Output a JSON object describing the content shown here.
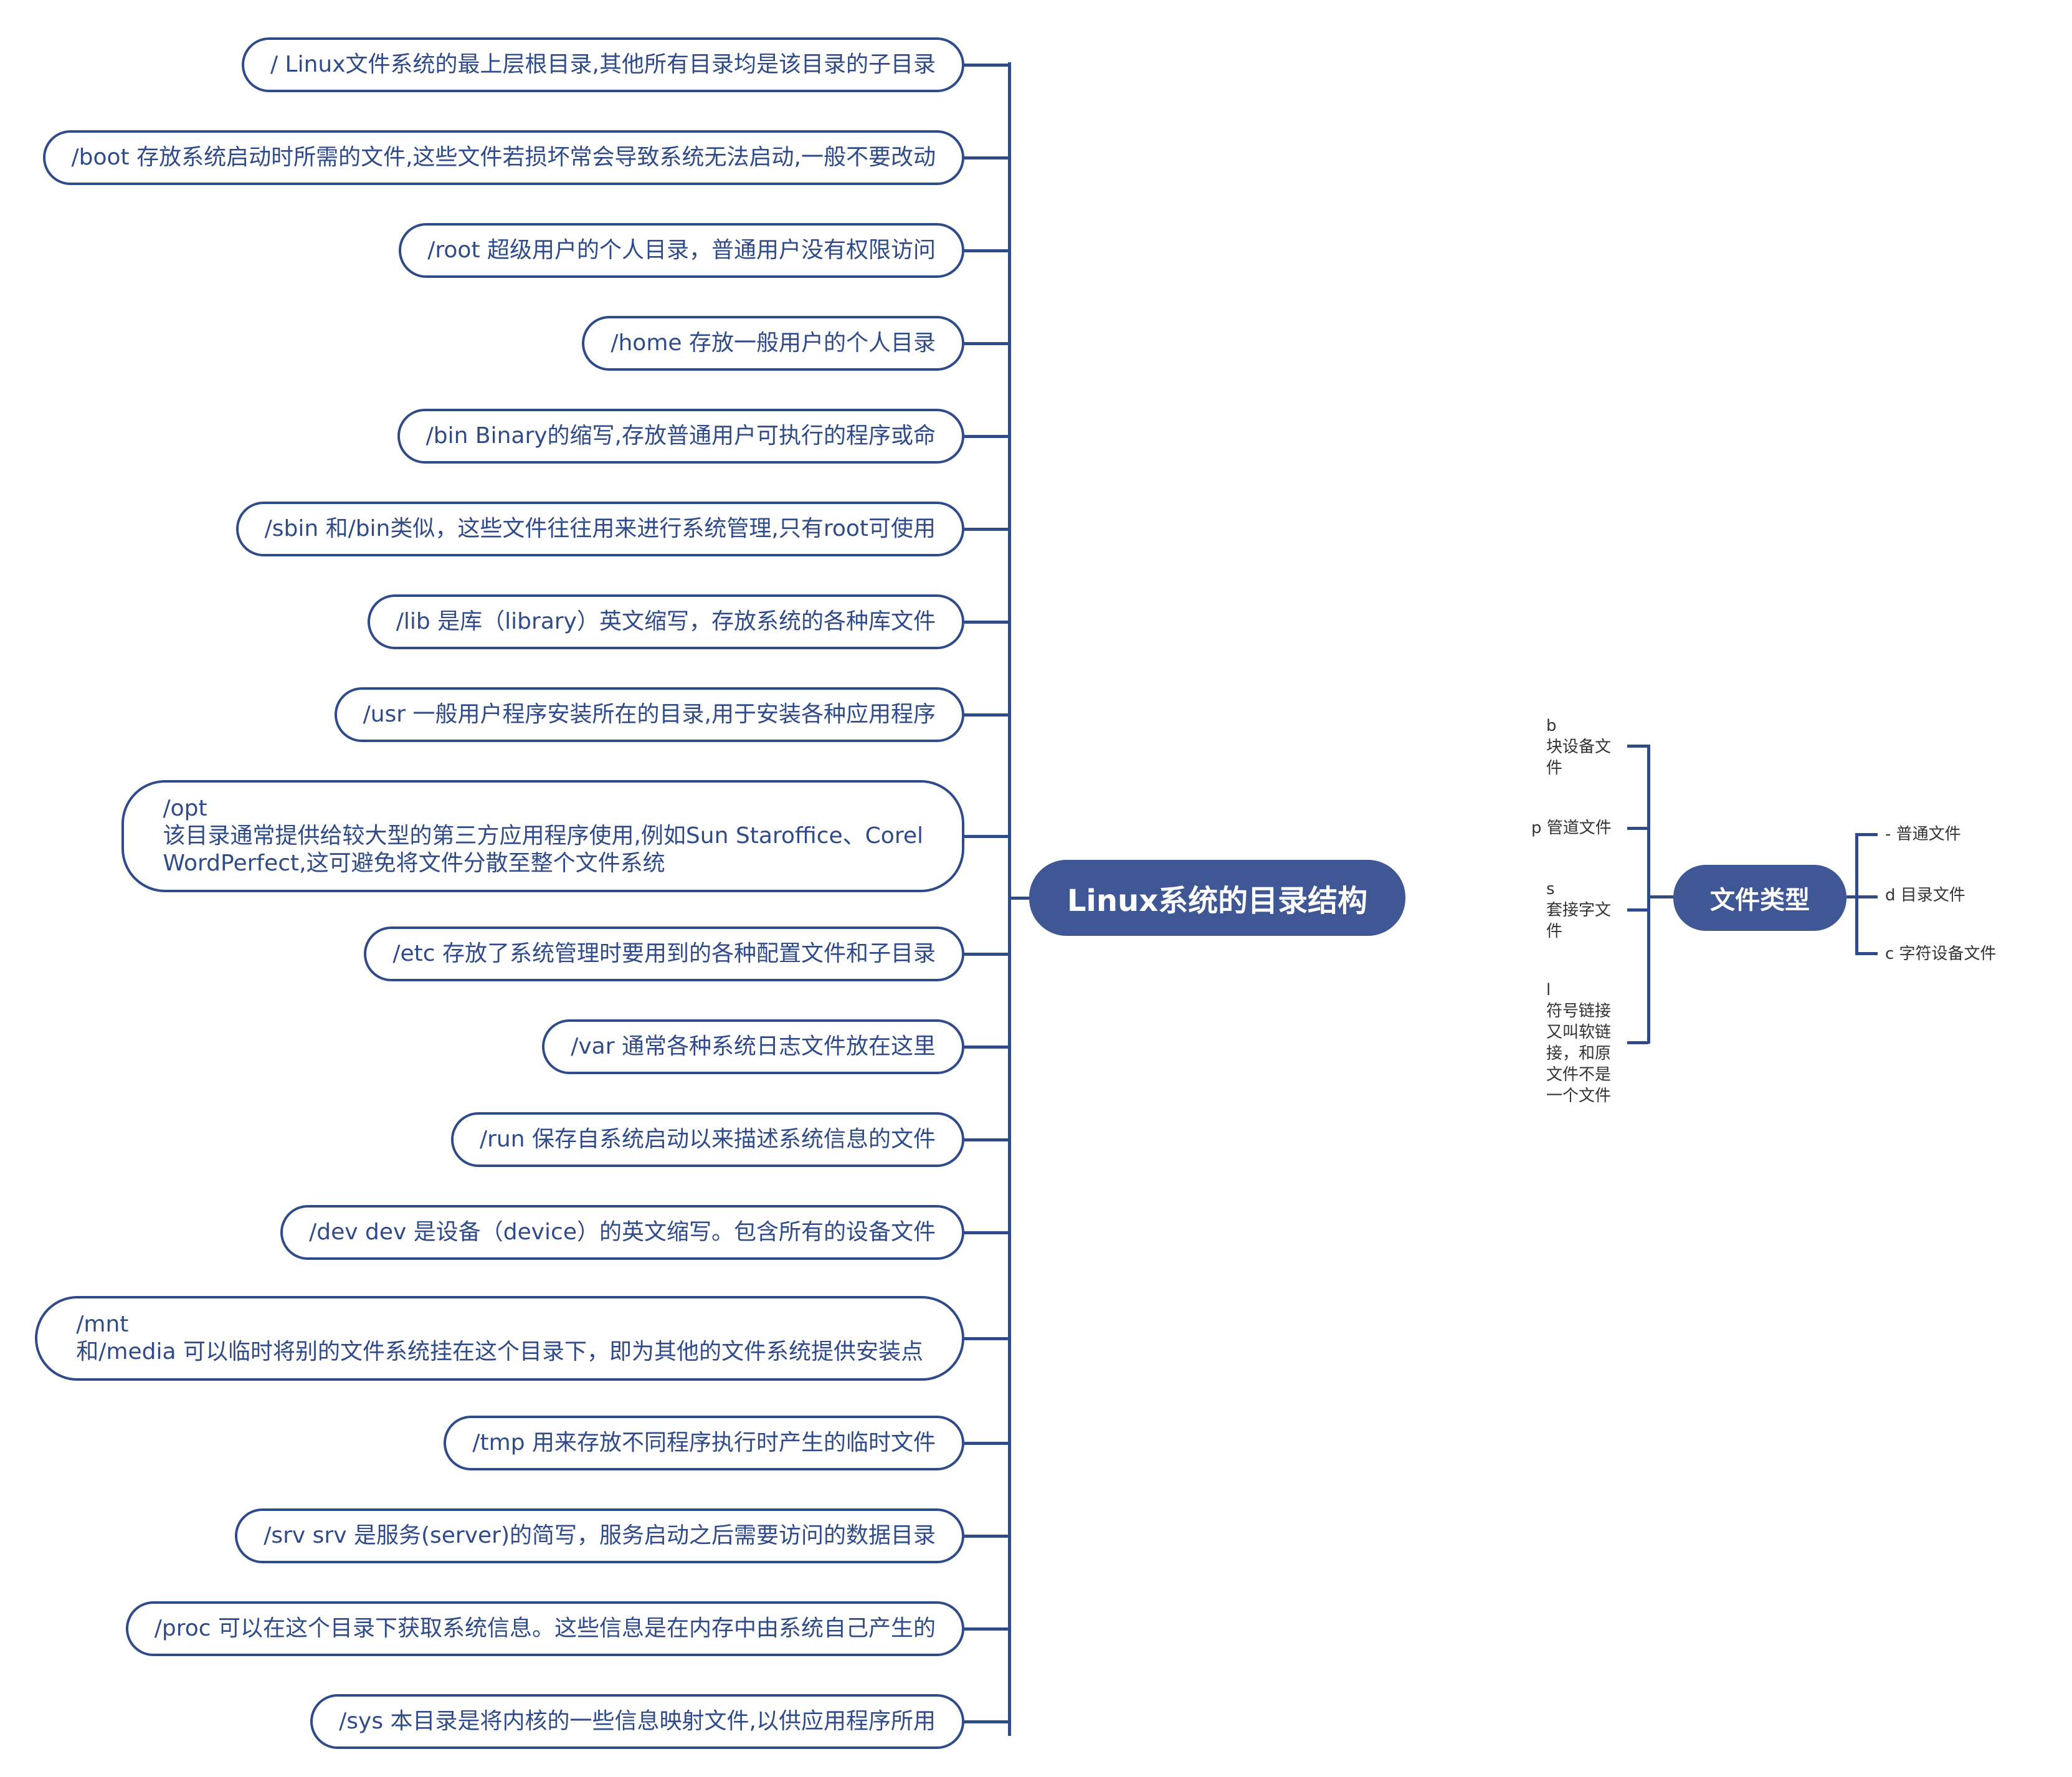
{
  "central_topic": "Linux系统的目录结构",
  "directories": [
    {
      "lines": [
        "/ Linux文件系统的最上层根目录,其他所有目录均是该目录的子目录"
      ]
    },
    {
      "lines": [
        "/boot 存放系统启动时所需的文件,这些文件若损坏常会导致系统无法启动,一般不要改动"
      ]
    },
    {
      "lines": [
        "/root 超级用户的个人目录，普通用户没有权限访问"
      ]
    },
    {
      "lines": [
        "/home 存放一般用户的个人目录"
      ]
    },
    {
      "lines": [
        "/bin Binary的缩写,存放普通用户可执行的程序或命"
      ]
    },
    {
      "lines": [
        "/sbin 和/bin类似，这些文件往往用来进行系统管理,只有root可使用"
      ]
    },
    {
      "lines": [
        "/lib 是库（library）英文缩写，存放系统的各种库文件"
      ]
    },
    {
      "lines": [
        "/usr 一般用户程序安装所在的目录,用于安装各种应用程序"
      ]
    },
    {
      "lines": [
        "/opt",
        "该目录通常提供给较大型的第三方应用程序使用,例如Sun Staroffice、Corel",
        "WordPerfect,这可避免将文件分散至整个文件系统"
      ]
    },
    {
      "lines": [
        "/etc 存放了系统管理时要用到的各种配置文件和子目录"
      ]
    },
    {
      "lines": [
        "/var 通常各种系统日志文件放在这里"
      ]
    },
    {
      "lines": [
        "/run 保存自系统启动以来描述系统信息的文件"
      ]
    },
    {
      "lines": [
        "/dev dev 是设备（device）的英文缩写。包含所有的设备文件"
      ]
    },
    {
      "lines": [
        "/mnt",
        "和/media 可以临时将别的文件系统挂在这个目录下，即为其他的文件系统提供安装点"
      ]
    },
    {
      "lines": [
        "/tmp 用来存放不同程序执行时产生的临时文件"
      ]
    },
    {
      "lines": [
        "/srv srv 是服务(server)的简写，服务启动之后需要访问的数据目录"
      ]
    },
    {
      "lines": [
        "/proc 可以在这个目录下获取系统信息。这些信息是在内存中由系统自己产生的"
      ]
    },
    {
      "lines": [
        "/sys 本目录是将内核的一些信息映射文件,以供应用程序所用"
      ]
    }
  ],
  "file_types": {
    "title": "文件类型",
    "left_items": [
      {
        "lines": [
          "b",
          "块设备文",
          "件"
        ]
      },
      {
        "lines": [
          "p 管道文件"
        ]
      },
      {
        "lines": [
          "s",
          "套接字文",
          "件"
        ]
      },
      {
        "lines": [
          "l",
          "符号链接",
          "又叫软链",
          "接，和原",
          "文件不是",
          "一个文件"
        ]
      }
    ],
    "right_items": [
      {
        "lines": [
          "- 普通文件"
        ]
      },
      {
        "lines": [
          "d 目录文件"
        ]
      },
      {
        "lines": [
          "c 字符设备文件"
        ]
      }
    ]
  },
  "colors": {
    "accent": "#3f5795",
    "line": "#2f4b8a",
    "node_text": "#2f4b8a",
    "small_text": "#333333",
    "background": "#ffffff"
  }
}
